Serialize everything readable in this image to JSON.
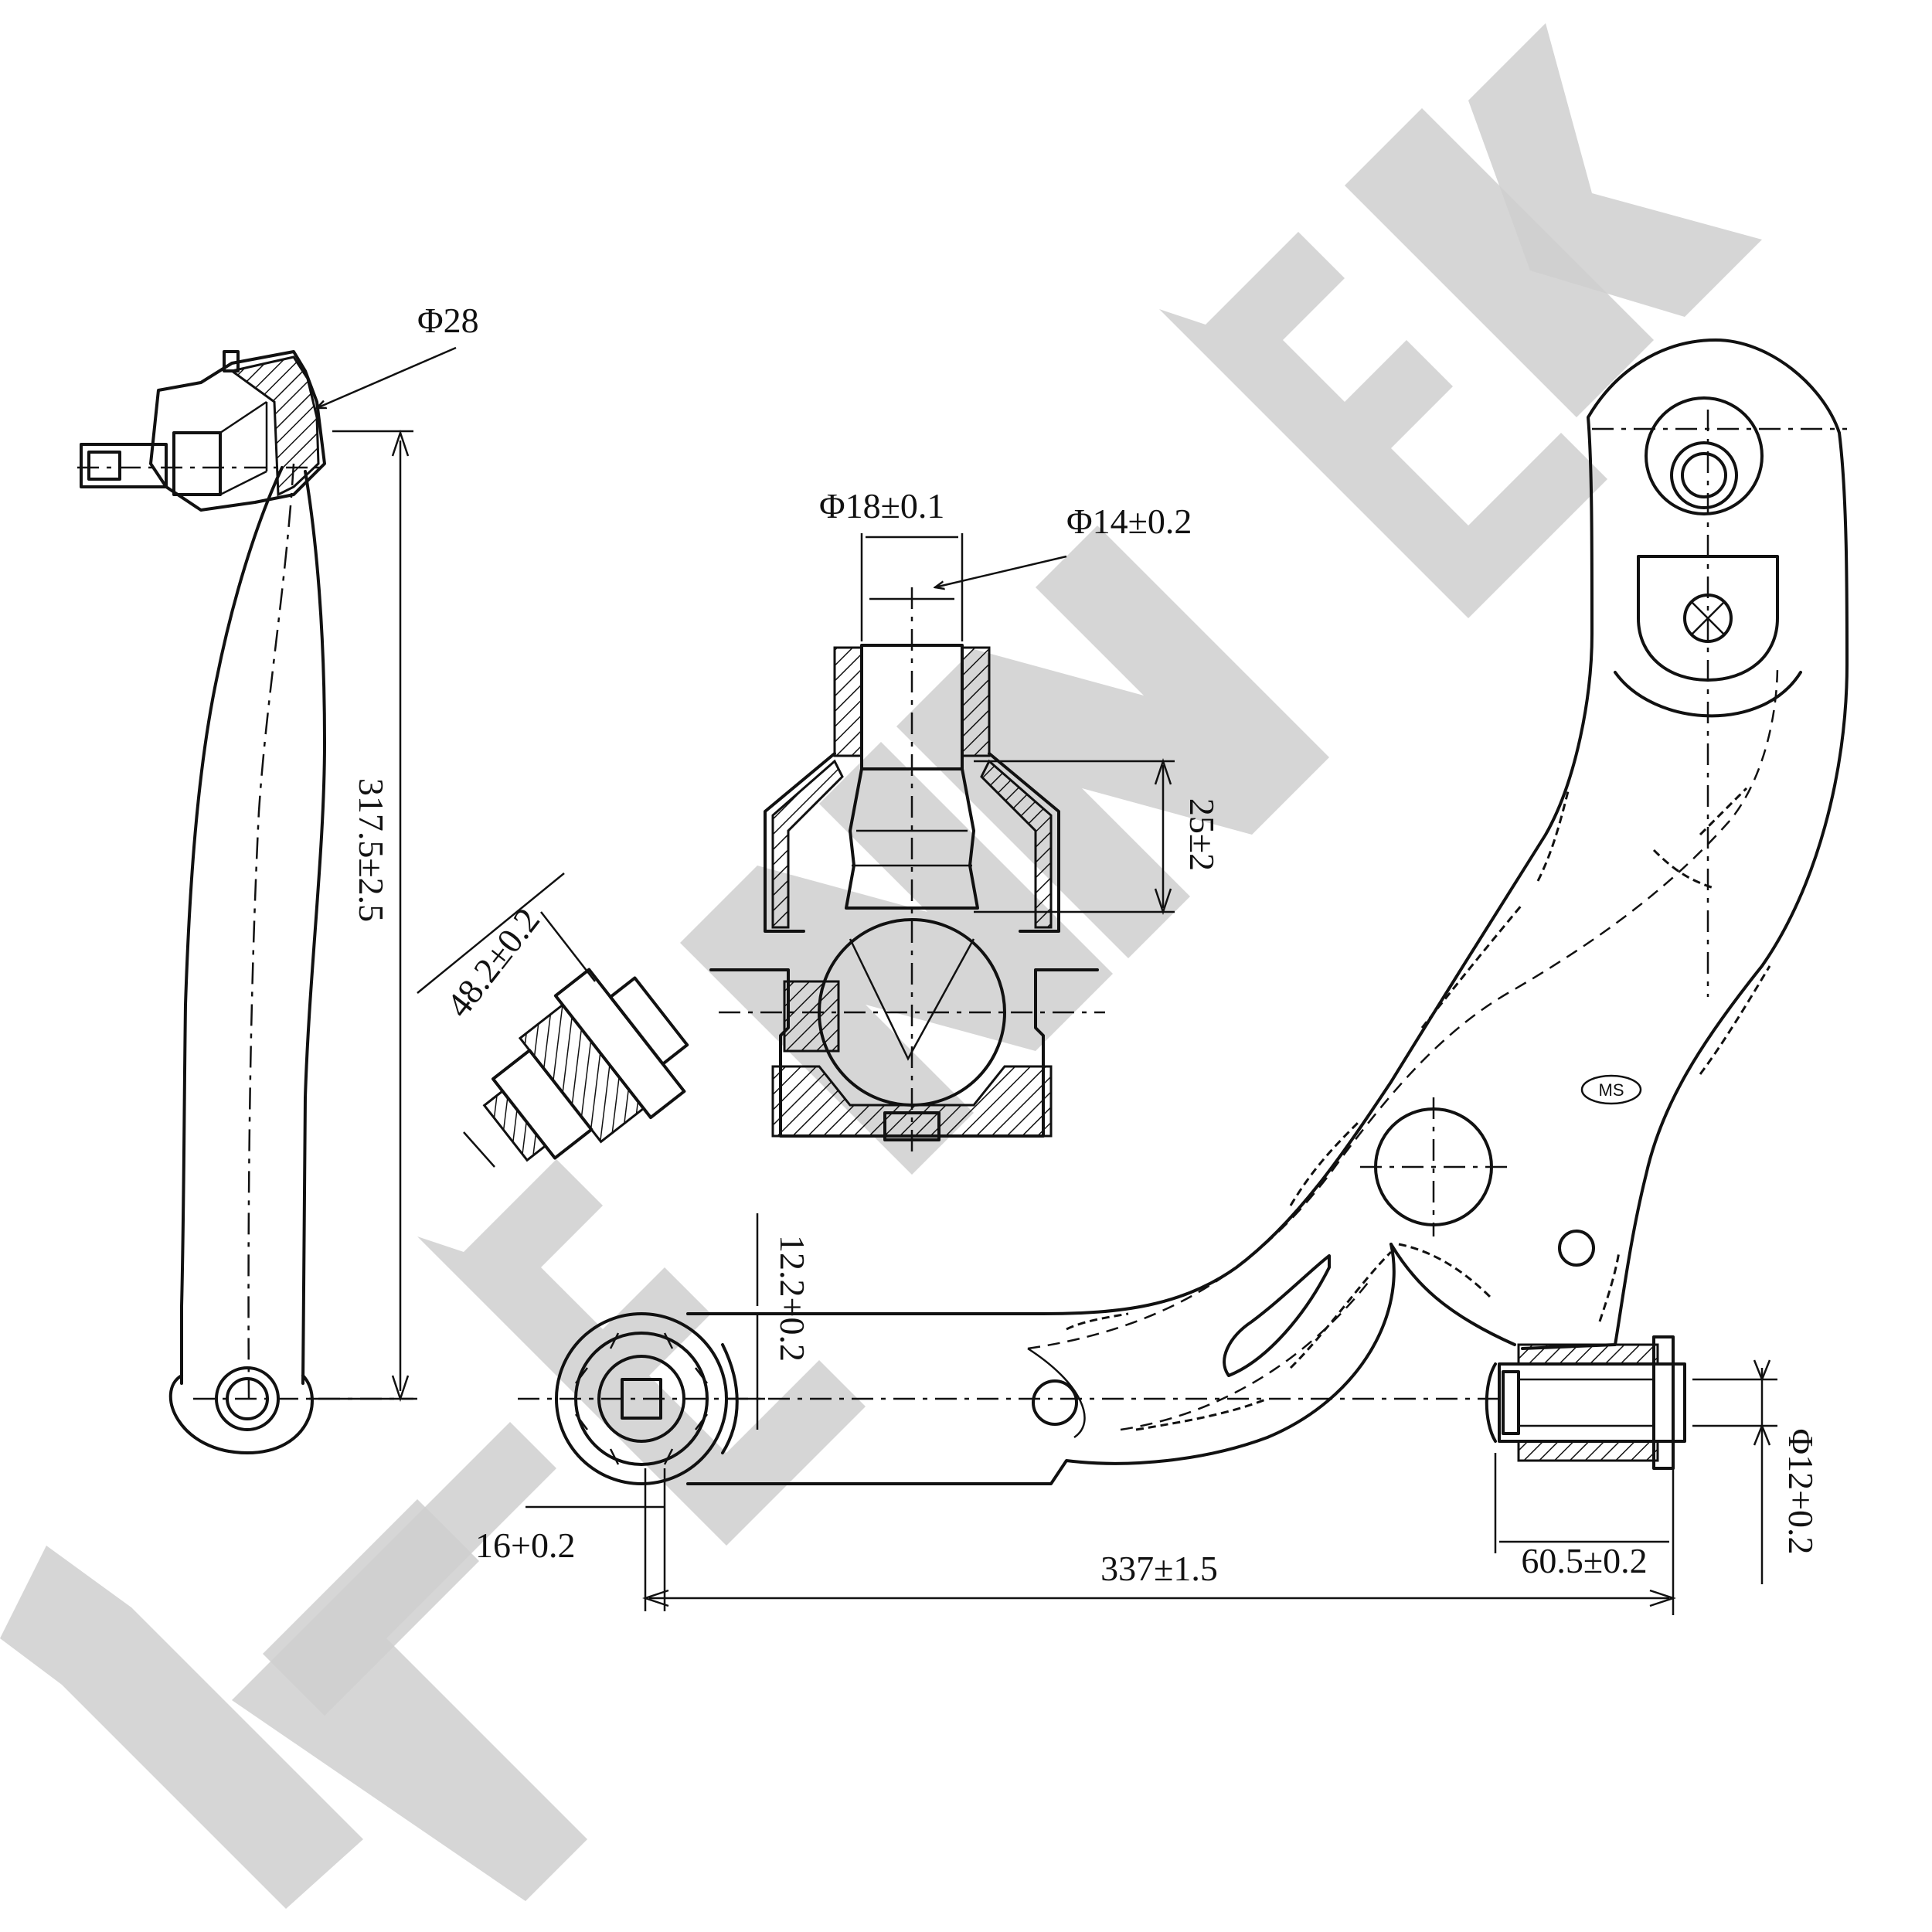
{
  "watermark": {
    "text": "ZENNEK",
    "color": "#cfcfcf"
  },
  "mark": "MS",
  "dimensions": {
    "phi28": "Φ28",
    "phi18": "Φ18±0.1",
    "phi14": "Φ14±0.2",
    "len317": "317.5±2.5",
    "d25": "25±2",
    "d48": "48.2±0.2",
    "d12_2": "12.2+0.2",
    "d16": "16+0.2",
    "d337": "337±1.5",
    "d60_5": "60.5±0.2",
    "phi12": "Φ12+0.2"
  }
}
